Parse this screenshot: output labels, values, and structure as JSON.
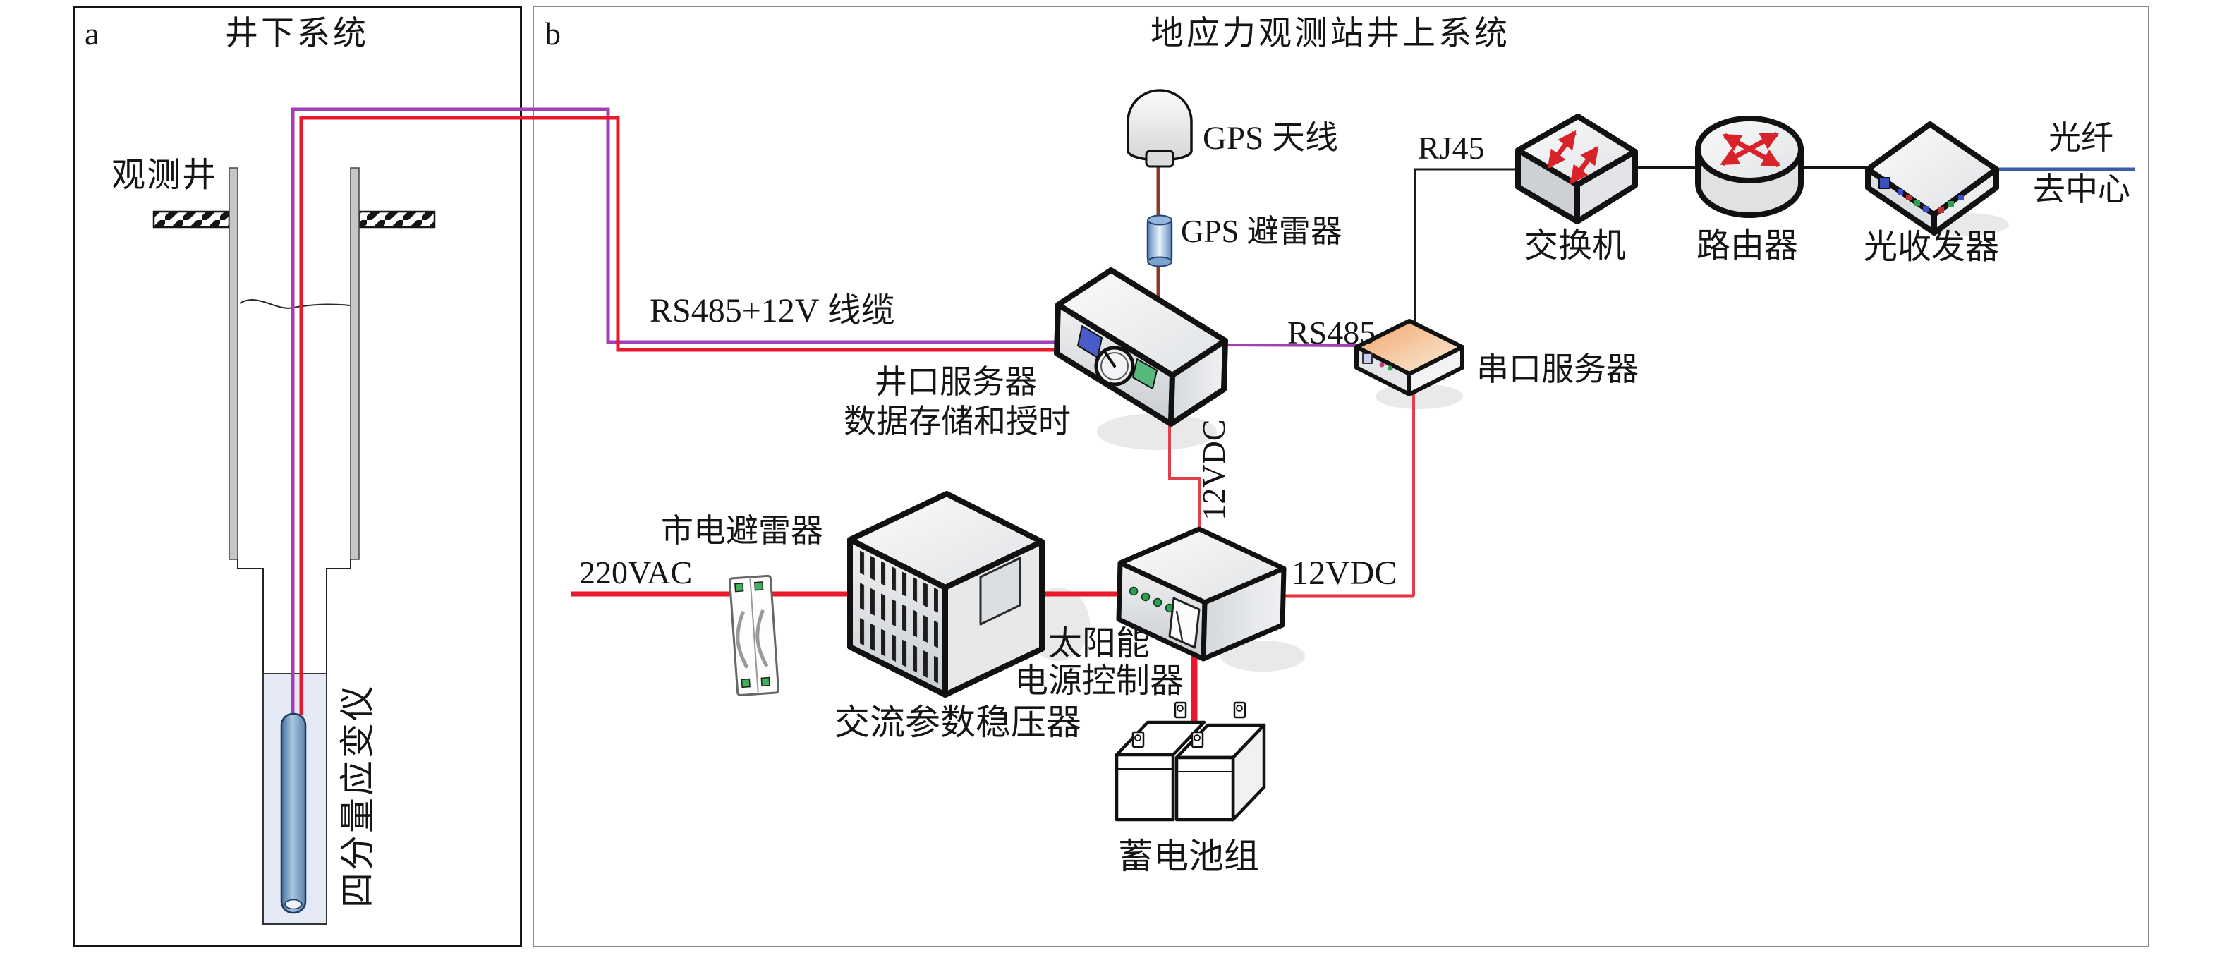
{
  "panel_a": {
    "tag": "a",
    "title": "井下系统",
    "well_label": "观测井",
    "sensor_label": "四分量应变仪"
  },
  "panel_b": {
    "tag": "b",
    "title": "地应力观测站井上系统",
    "gps_antenna_label": "GPS 天线",
    "gps_arrester_label": "GPS 避雷器",
    "rj45_label": "RJ45",
    "switch_label": "交换机",
    "router_label": "路由器",
    "transceiver_label": "光收发器",
    "fiber_label_top": "光纤",
    "fiber_label_bottom": "去中心",
    "cable_label": "RS485+12V 线缆",
    "rs485_label": "RS485",
    "server_label_line1": "井口服务器",
    "server_label_line2": "数据存储和授时",
    "serial_server_label": "串口服务器",
    "dc12_vertical_label": "12VDC",
    "dc12_horizontal_label": "12VDC",
    "mains_arrester_label": "市电避雷器",
    "vac_label": "220VAC",
    "stabilizer_label": "交流参数稳压器",
    "solar_label_line1": "太阳能",
    "solar_label_line2": "电源控制器",
    "battery_label": "蓄电池组"
  },
  "colors": {
    "cable_purple": "#A23FB4",
    "cable_red": "#E8192C",
    "dc_thin_red": "#E0404C",
    "gps_coax_darkred": "#8C3A2B",
    "fiber_blue": "#3D5CA8",
    "net_line_black": "#111111",
    "serial_server_top": "#F0AC78",
    "borehole_fill": "#E4E9F5",
    "sensor_blue": "#4A74A8",
    "led_green": "#3FAF5A",
    "arrow_red": "#D8232A"
  }
}
